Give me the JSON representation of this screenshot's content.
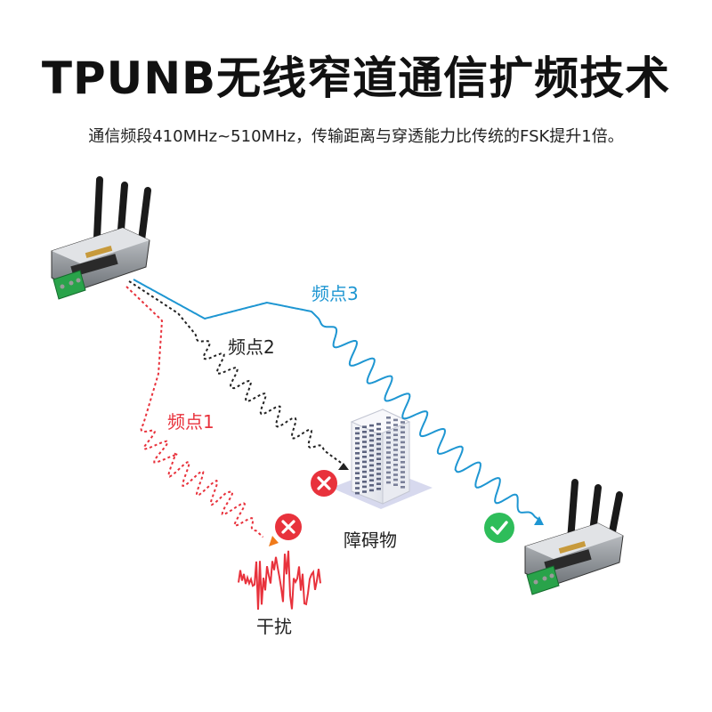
{
  "header": {
    "title": "TPUNB无线窄道通信扩频技术",
    "subtitle": "通信频段410MHz~510MHz，传输距离与穿透能力比传统的FSK提升1倍。"
  },
  "labels": {
    "freq1": "频点1",
    "freq2": "频点2",
    "freq3": "频点3",
    "obstacle": "障碍物",
    "interference": "干扰"
  },
  "colors": {
    "freq1": "#e8323c",
    "freq2": "#222222",
    "freq3": "#1e96d2",
    "error": "#e8323c",
    "success": "#2ebd5a"
  },
  "icons": {
    "error": "cross-icon",
    "success": "check-icon"
  }
}
